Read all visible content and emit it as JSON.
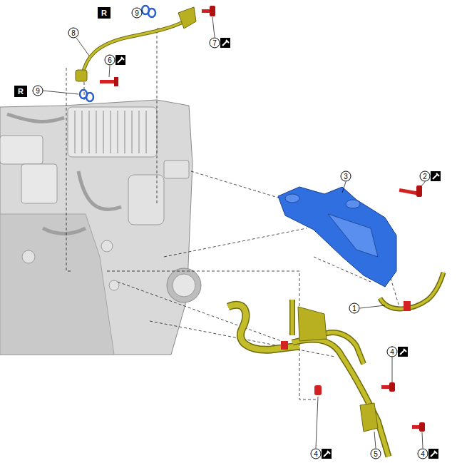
{
  "diagram": {
    "nodes": [
      {
        "text": [
          "R"
        ]
      },
      {
        "text": [
          "R"
        ]
      }
    ],
    "labels": [
      "8",
      "9",
      "7",
      "6",
      "9",
      "3",
      "2",
      "1",
      "4",
      "4",
      "4",
      "5"
    ]
  }
}
